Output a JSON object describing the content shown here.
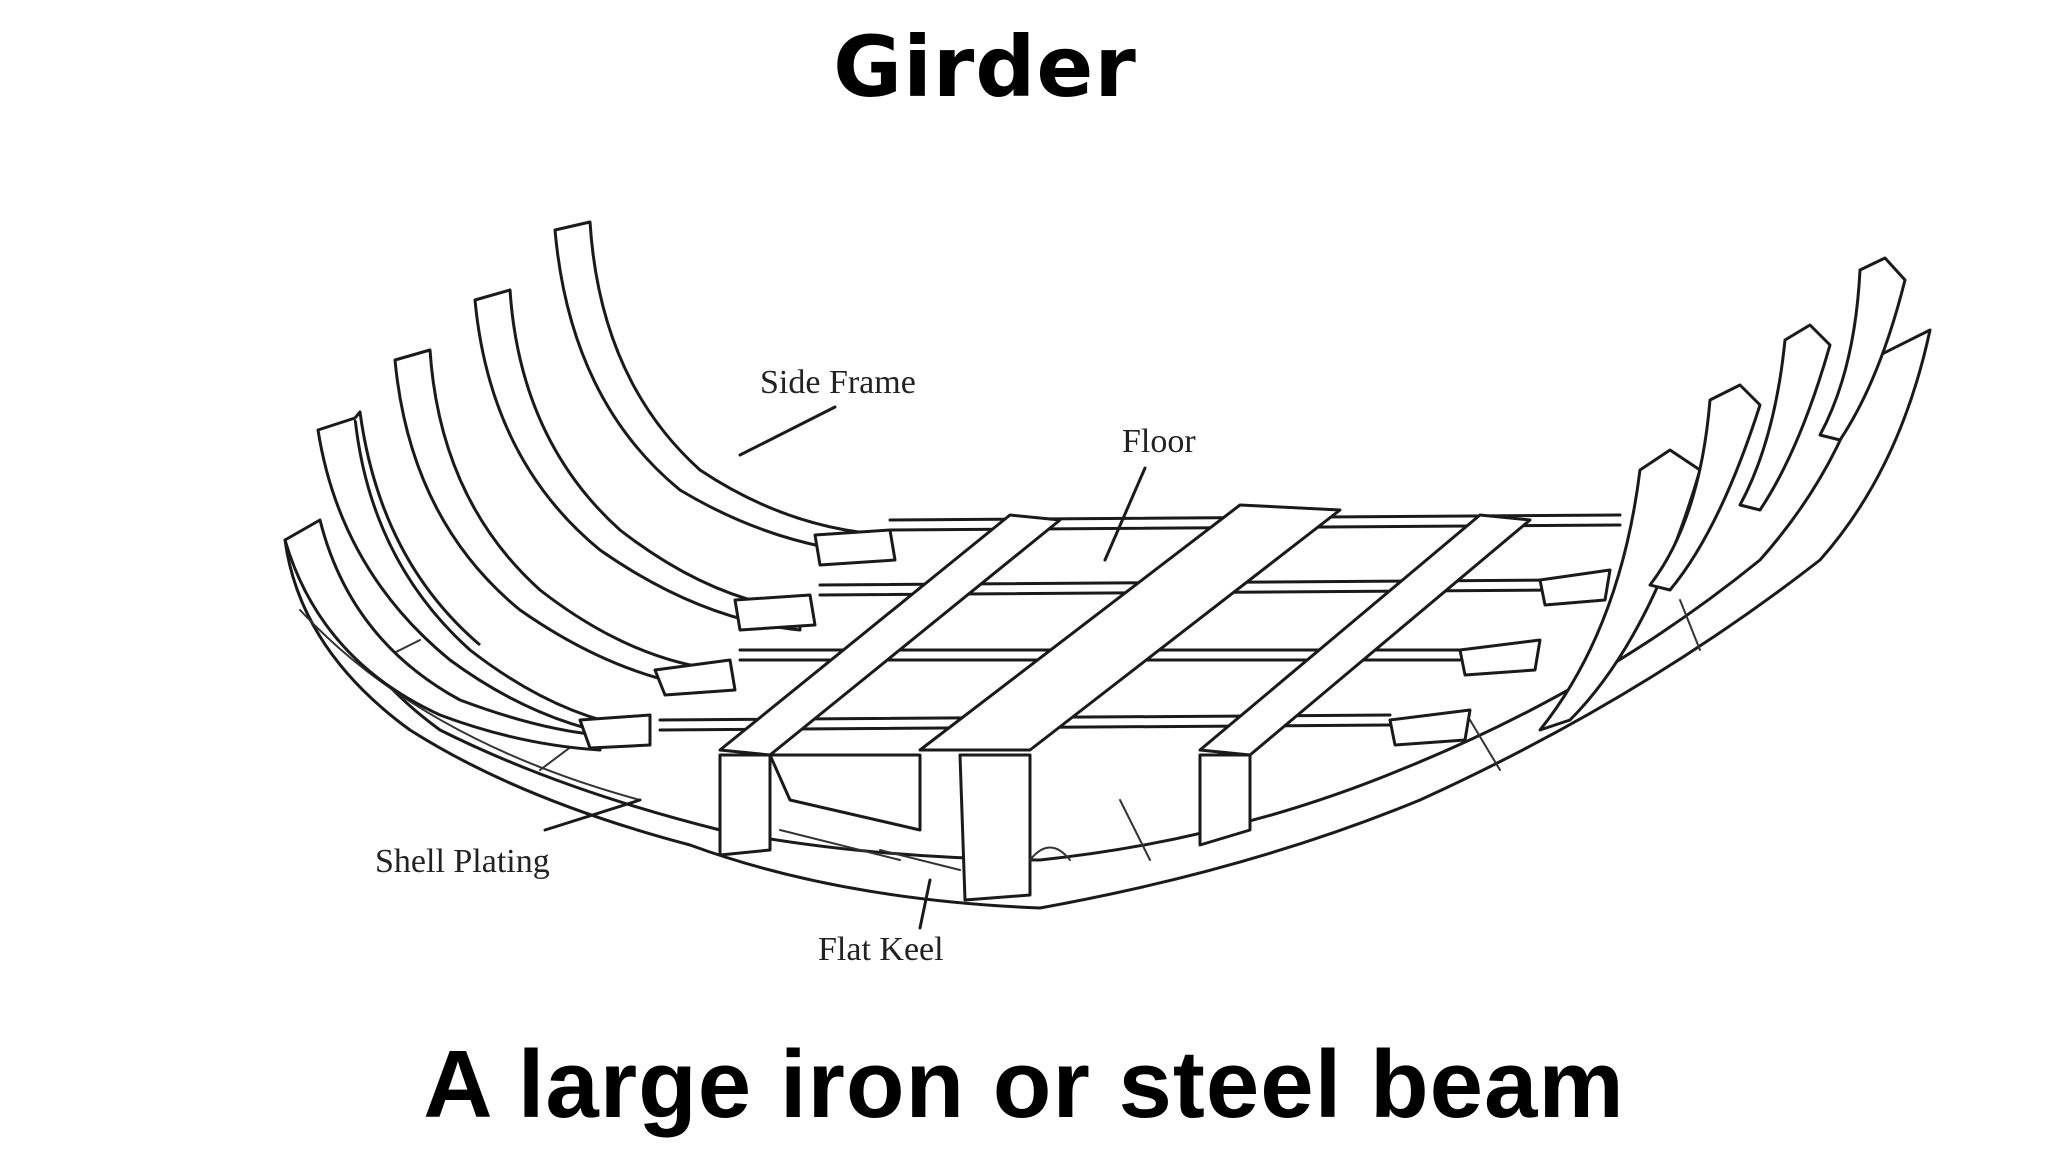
{
  "title": "Girder",
  "caption": "A large iron or steel beam",
  "labels": {
    "side_frame": "Side Frame",
    "floor": "Floor",
    "shell_plating": "Shell Plating",
    "flat_keel": "Flat Keel"
  }
}
